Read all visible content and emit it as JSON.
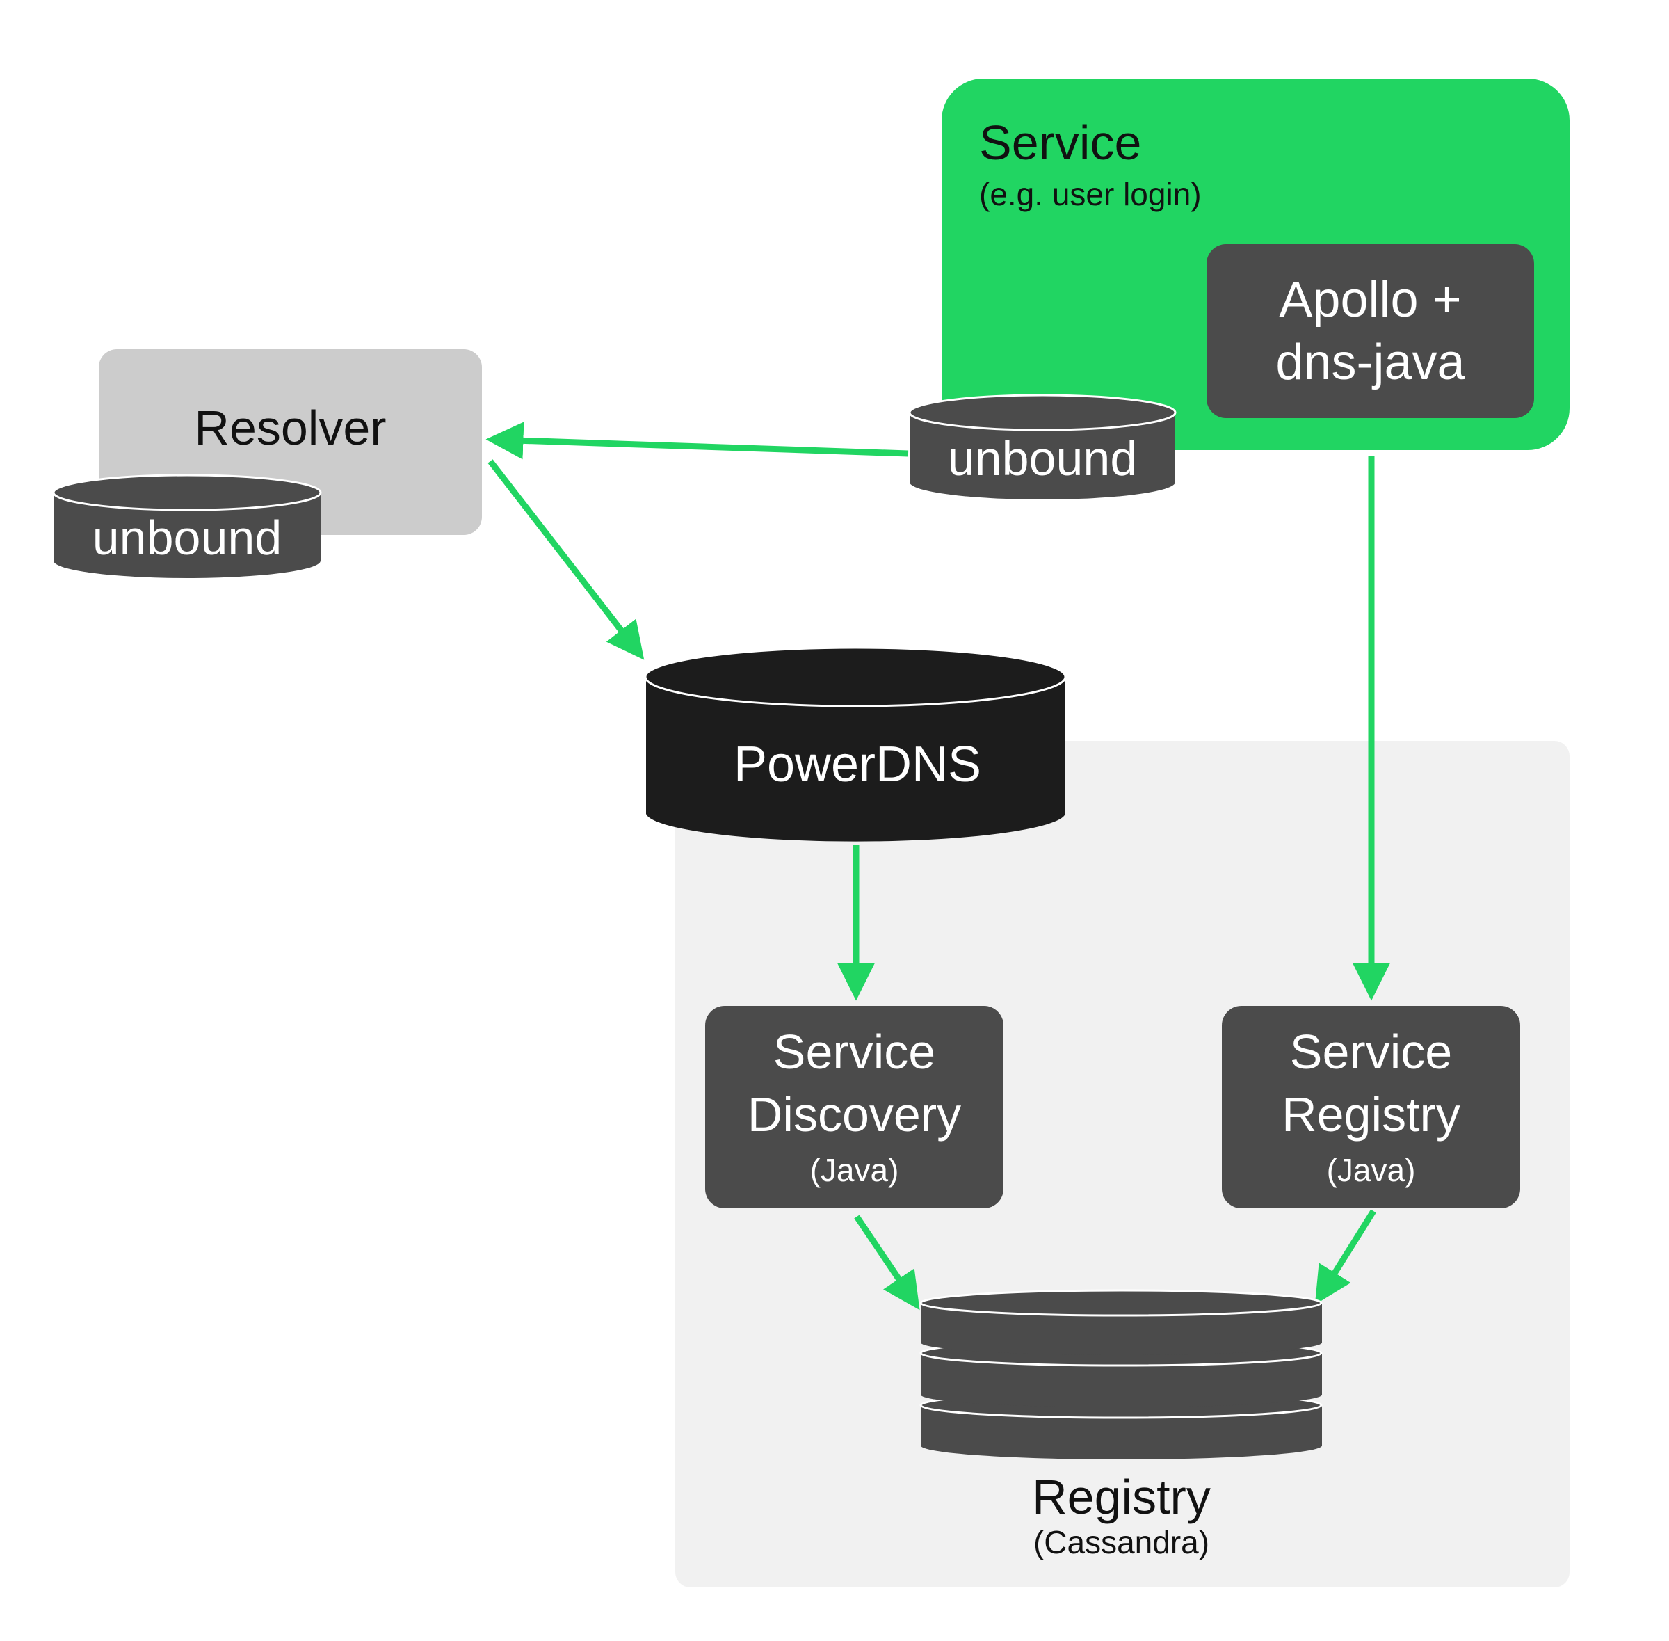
{
  "colors": {
    "accent_green": "#21d562",
    "dark_node": "#4b4b4b",
    "powerdns": "#1c1c1c",
    "resolver_bg": "#cccccc",
    "region_bg": "#f1f1f1"
  },
  "service": {
    "title": "Service",
    "subtitle": "(e.g. user login)",
    "client": {
      "line1": "Apollo +",
      "line2": "dns-java"
    },
    "cache": "unbound"
  },
  "resolver": {
    "title": "Resolver",
    "cache": "unbound"
  },
  "powerdns": {
    "label": "PowerDNS"
  },
  "service_discovery": {
    "line1": "Service",
    "line2": "Discovery",
    "line3": "(Java)"
  },
  "service_registry": {
    "line1": "Service",
    "line2": "Registry",
    "line3": "(Java)"
  },
  "registry": {
    "title": "Registry",
    "subtitle": "(Cassandra)"
  },
  "edges": [
    {
      "from": "service-unbound",
      "to": "resolver"
    },
    {
      "from": "resolver",
      "to": "powerdns"
    },
    {
      "from": "apollo-dns-java",
      "to": "service-registry"
    },
    {
      "from": "powerdns",
      "to": "service-discovery"
    },
    {
      "from": "service-discovery",
      "to": "registry"
    },
    {
      "from": "service-registry",
      "to": "registry"
    }
  ]
}
